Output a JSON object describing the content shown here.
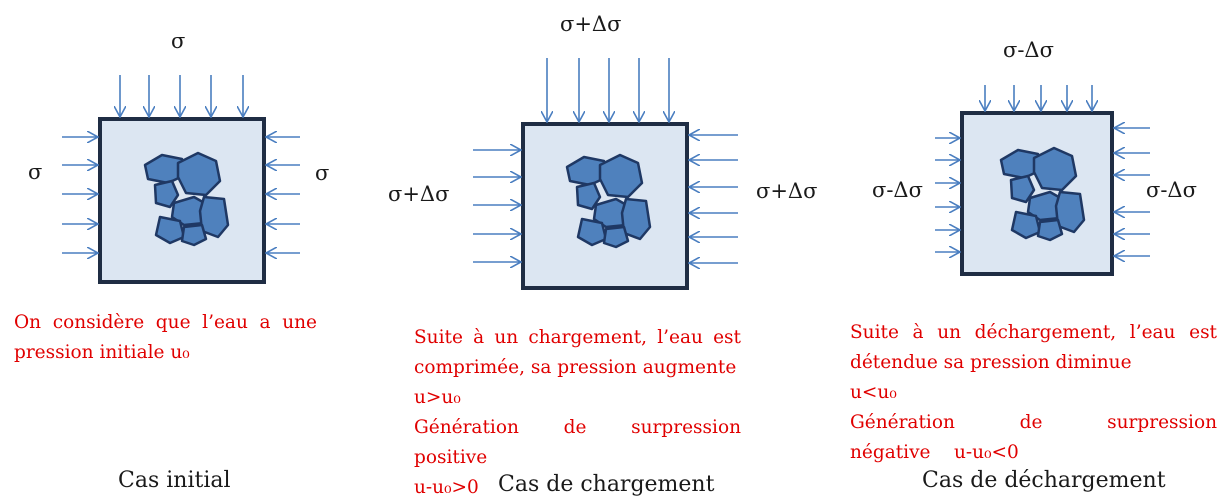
{
  "panels": [
    {
      "top_label": "σ",
      "left_label": "σ",
      "right_label": "σ",
      "description": [
        "On considère que l’eau a une pression initiale u₀"
      ],
      "caption": "Cas initial"
    },
    {
      "top_label": "σ+Δσ",
      "left_label": "σ+Δσ",
      "right_label": "σ+Δσ",
      "description": [
        "Suite à un chargement, l’eau est comprimée, sa pression augmente",
        "u>u₀",
        "Génération de surpression positive",
        "u-u₀>0"
      ],
      "caption": "Cas de chargement"
    },
    {
      "top_label": "σ-Δσ",
      "left_label": "σ-Δσ",
      "right_label": "σ-Δσ",
      "description": [
        "Suite à un déchargement, l’eau est détendue sa pression diminue",
        "u<u₀",
        "Génération de surpression",
        "négative    u-u₀<0"
      ],
      "caption": "Cas de déchargement"
    }
  ],
  "colors": {
    "box_fill": "#dce6f2",
    "box_border": "#1f2d44",
    "arrow": "#4a7ec0",
    "grain_fill": "#4f81bd",
    "grain_border": "#1f3864",
    "description_text": "#e00000"
  }
}
